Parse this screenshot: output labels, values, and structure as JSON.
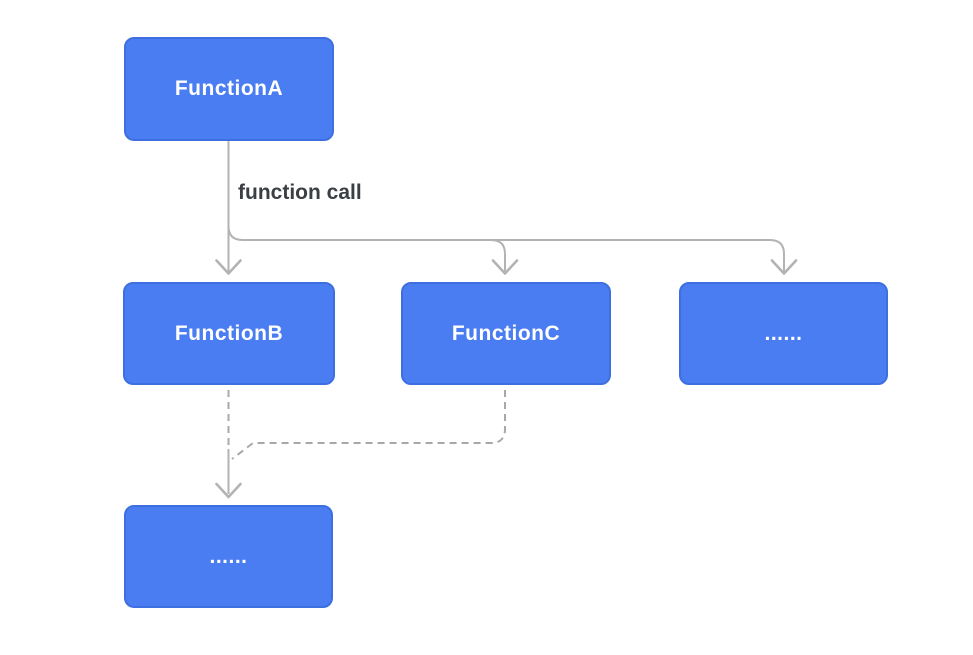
{
  "diagram": {
    "type": "flowchart",
    "nodes": [
      {
        "id": "function-a",
        "label": "FunctionA"
      },
      {
        "id": "function-b",
        "label": "FunctionB"
      },
      {
        "id": "function-c",
        "label": "FunctionC"
      },
      {
        "id": "others-right",
        "label": "......"
      },
      {
        "id": "others-bottom",
        "label": "......"
      }
    ],
    "edges": [
      {
        "from": "FunctionA",
        "to": "FunctionB",
        "style": "solid",
        "label": "function call"
      },
      {
        "from": "FunctionA",
        "to": "FunctionC",
        "style": "solid",
        "label": ""
      },
      {
        "from": "FunctionA",
        "to": "...... (right)",
        "style": "solid",
        "label": ""
      },
      {
        "from": "FunctionB",
        "to": "...... (bottom)",
        "style": "dashed",
        "label": ""
      },
      {
        "from": "FunctionC",
        "to": "...... (bottom)",
        "style": "dashed",
        "label": ""
      }
    ],
    "colors": {
      "node_fill": "#4a7df2",
      "node_border": "#3e6fe0",
      "node_text": "#ffffff",
      "solid_line": "#b3b3b3",
      "dashed_line": "#a8a8a8",
      "label_text": "#3a3f44",
      "background": "#ffffff"
    }
  }
}
